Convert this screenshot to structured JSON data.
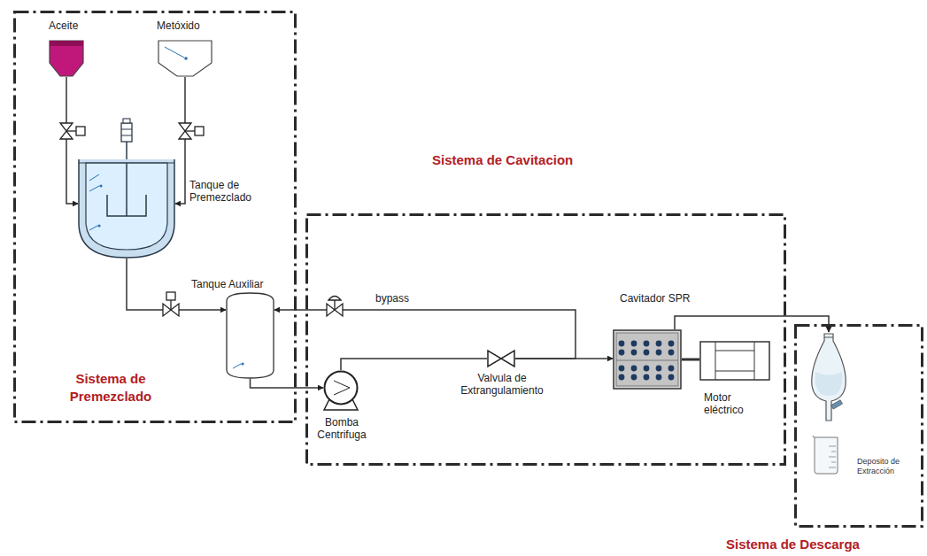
{
  "diagram": {
    "nodes": [
      {
        "text": [
          "Sistema de Premezclado"
        ]
      },
      {
        "text": [
          "Aceite"
        ],
        "in": 0
      },
      {
        "text": [
          "Metóxido"
        ],
        "in": 0
      },
      {
        "text": [
          "Tanque de Premezclado"
        ],
        "in": 0
      },
      {
        "text": [
          "Tanque Auxiliar"
        ],
        "in": 0
      },
      {
        "text": [
          "Sistema de Cavitacion"
        ]
      },
      {
        "text": [
          "Bomba Centrifuga"
        ],
        "in": 5
      },
      {
        "text": [
          "Valvula de Extrangulamiento"
        ],
        "in": 5
      },
      {
        "text": [
          "Cavitador SPR"
        ],
        "in": 5
      },
      {
        "text": [
          "Motor eléctrico"
        ],
        "in": 5
      },
      {
        "text": [
          "Sistema de Descarga"
        ]
      },
      {
        "text": [
          "Deposito de Extracción"
        ],
        "in": 10
      }
    ],
    "edges": [
      {
        "from": 1,
        "to": 3,
        "arrow": "to"
      },
      {
        "from": 2,
        "to": 3,
        "arrow": "to"
      },
      {
        "from": 3,
        "to": 4,
        "arrow": "to"
      },
      {
        "from": 4,
        "to": 6,
        "arrow": "to"
      },
      {
        "from": 6,
        "to": 7,
        "arrow": "none"
      },
      {
        "from": 7,
        "to": 8,
        "arrow": "to"
      },
      {
        "from": 7,
        "to": 4,
        "label": "bypass",
        "arrow": "to"
      },
      {
        "from": 8,
        "to": 11,
        "arrow": "to"
      },
      {
        "from": 8,
        "to": 9,
        "arrow": "none"
      }
    ]
  }
}
